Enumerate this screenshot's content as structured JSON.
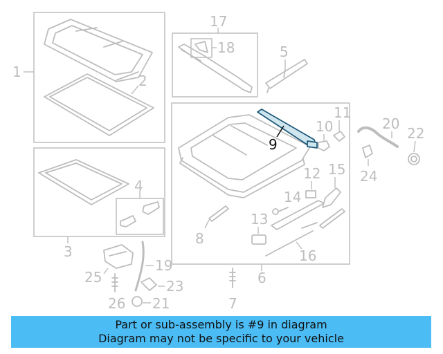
{
  "diagram": {
    "highlight_color": "#1f5a7a",
    "callouts": {
      "c1": "1",
      "c2": "2",
      "c3": "3",
      "c4": "4",
      "c5": "5",
      "c6": "6",
      "c7": "7",
      "c8": "8",
      "c9": "9",
      "c10": "10",
      "c11": "11",
      "c12": "12",
      "c13": "13",
      "c14": "14",
      "c15": "15",
      "c16": "16",
      "c17": "17",
      "c18": "18",
      "c19": "19",
      "c20": "20",
      "c21": "21",
      "c22": "22",
      "c23": "23",
      "c24": "24",
      "c25": "25",
      "c26": "26"
    }
  },
  "banner": {
    "color": "#4bbcf4",
    "line1": "Part or sub-assembly is #9 in diagram",
    "line2": "Diagram may not be specific to your vehicle"
  }
}
